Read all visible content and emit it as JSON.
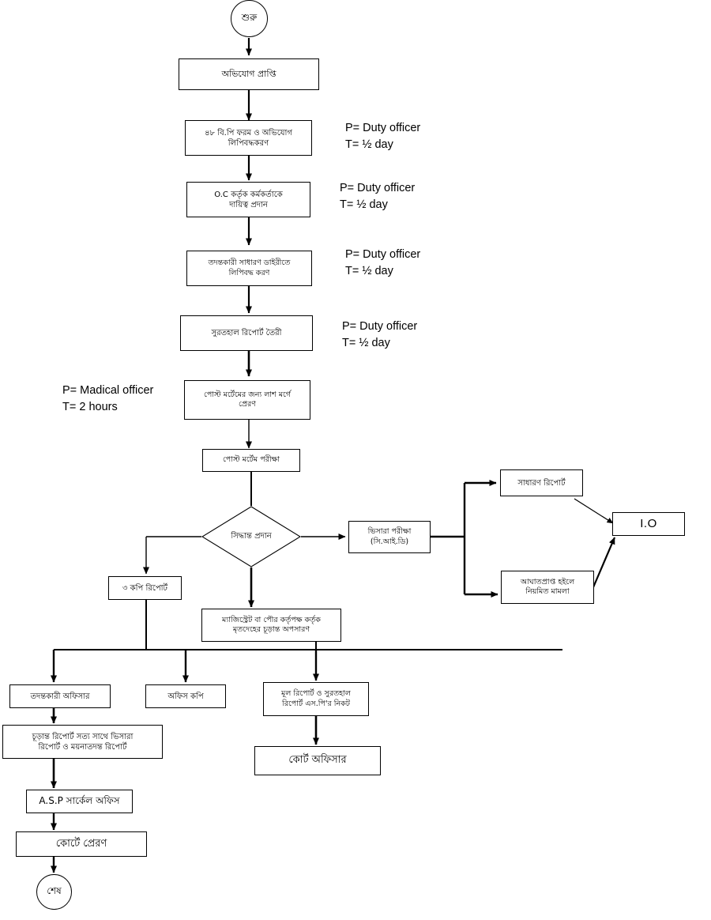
{
  "diagram": {
    "title": "Unnatural Death Case Flowchart",
    "language": "bn",
    "stroke_color": "#000000",
    "background_color": "#ffffff"
  },
  "nodes": {
    "start": {
      "label": "শুরু",
      "shape": "circle"
    },
    "complaint_receipt": {
      "label": "অভিযোগ প্রাপ্তি",
      "shape": "rect"
    },
    "bp_form": {
      "label": "৪৮ বি.পি ফরম ও অভিযোগ\nলিপিবদ্ধকরণ",
      "shape": "rect"
    },
    "oc_assign": {
      "label": "O.C কর্তৃক কর্মকর্তাকে\nদায়িত্ব প্রদান",
      "shape": "rect"
    },
    "general_diary": {
      "label": "তদন্তকারী সাধারণ ডাইরীতে\nলিপিবদ্ধ করণ",
      "shape": "rect"
    },
    "inquest_report": {
      "label": "সুরতহাল রিপোর্ট তৈরী",
      "shape": "rect"
    },
    "send_morgue": {
      "label": "পোস্ট মর্টেমের জন্য লাশ মর্গে\nপ্রেরণ",
      "shape": "rect"
    },
    "postmortem_exam": {
      "label": "পোস্ট মর্টেম  পরীক্ষা",
      "shape": "rect"
    },
    "decision": {
      "label": "সিদ্ধান্ত প্রদান",
      "shape": "diamond"
    },
    "viscera_exam": {
      "label": "ভিসারা পরীক্ষা\n(সি.আই.ডি)",
      "shape": "rect"
    },
    "general_report": {
      "label": "সাধারণ রিপোর্ট",
      "shape": "rect"
    },
    "io": {
      "label": "I.O",
      "shape": "rect"
    },
    "injury_case": {
      "label": "আঘাতপ্রাপ্ত হইলে\nনিয়মিত মামলা",
      "shape": "rect"
    },
    "three_copies": {
      "label": "৩ কপি রিপোর্ট",
      "shape": "rect"
    },
    "magistrate_removal": {
      "label": "ম্যাজিস্ট্রেট বা পৌর কর্তৃপক্ষ কর্তৃক\nমৃতদেহের চূড়ান্ত অপসারণ",
      "shape": "rect"
    },
    "investigating_officer": {
      "label": "তদন্তকারী অফিসার",
      "shape": "rect"
    },
    "office_copy": {
      "label": "অফিস কপি",
      "shape": "rect"
    },
    "main_report_sp": {
      "label": "মূল রিপোর্ট ও সুরতহাল\nরিপোর্ট এস.পি'র নিকট",
      "shape": "rect"
    },
    "final_report": {
      "label": "চূড়ান্ত রিপোর্ট সত্য সাথে ভিসারা\nরিপোর্ট ও ময়নাতদন্ত রিপোর্ট",
      "shape": "rect"
    },
    "court_officer": {
      "label": "কোর্ট অফিসার",
      "shape": "rect"
    },
    "asp_circle_office": {
      "label": "A.S.P সার্কেল অফিস",
      "shape": "rect"
    },
    "send_to_court": {
      "label": "কোর্টে প্রেরণ",
      "shape": "rect"
    },
    "end": {
      "label": "শেষ",
      "shape": "circle"
    }
  },
  "annotations": [
    {
      "id": "annot-1",
      "text": "P= Duty officer\nT= ½ day"
    },
    {
      "id": "annot-2",
      "text": "P= Duty officer\nT= ½ day"
    },
    {
      "id": "annot-3",
      "text": "P= Duty officer\nT= ½ day"
    },
    {
      "id": "annot-4",
      "text": "P= Duty officer\nT= ½ day"
    },
    {
      "id": "annot-5",
      "text": "P= Madical officer\nT= 2 hours"
    }
  ]
}
